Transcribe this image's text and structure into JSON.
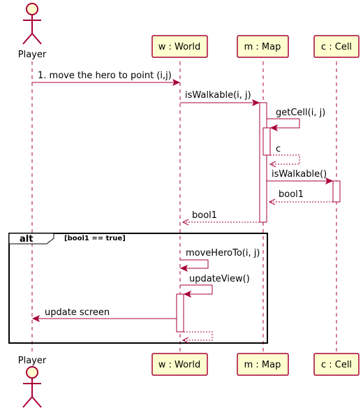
{
  "participants": {
    "player": "Player",
    "world": "w : World",
    "map": "m : Map",
    "cell": "c : Cell"
  },
  "messages": {
    "m1": "1. move the hero to point (i,j)",
    "m2": "isWalkable(i, j)",
    "m3": "getCell(i, j)",
    "m4": "c",
    "m5": "isWalkable()",
    "m6": "bool1",
    "m7": "bool1",
    "m8": "moveHeroTo(i, j)",
    "m9": "updateView()",
    "m10": "update screen"
  },
  "fragment": {
    "keyword": "alt",
    "guard": "[bool1 == true]"
  },
  "colors": {
    "line": "#A80036",
    "box_fill": "#FEFECE"
  }
}
